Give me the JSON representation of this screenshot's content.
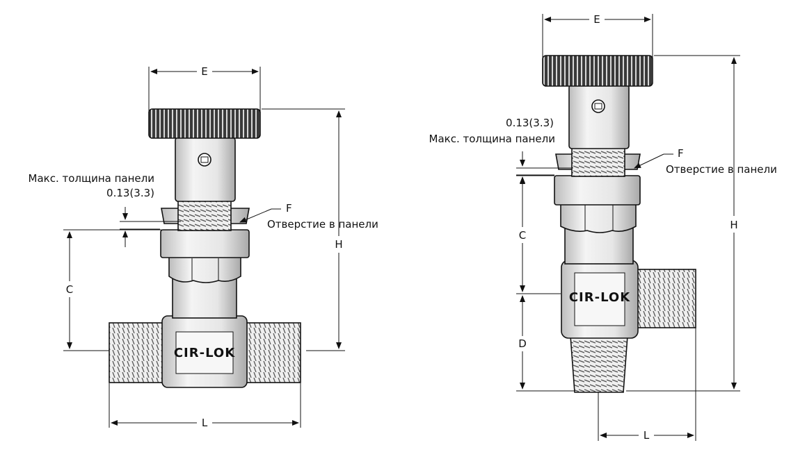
{
  "brand": "CIR-LOK",
  "dimensions": {
    "E": "E",
    "H": "H",
    "C": "C",
    "D": "D",
    "L": "L",
    "F": "F"
  },
  "notes": {
    "panel_thickness": "Макс. толщина панели",
    "panel_thickness_value": "0.13(3.3)",
    "panel_hole": "Отверстие в панели"
  },
  "colors": {
    "line": "#111111",
    "body_light": "#f2f2f2",
    "body_shade": "#c9c9c9",
    "knob": "#2a2a2a"
  }
}
